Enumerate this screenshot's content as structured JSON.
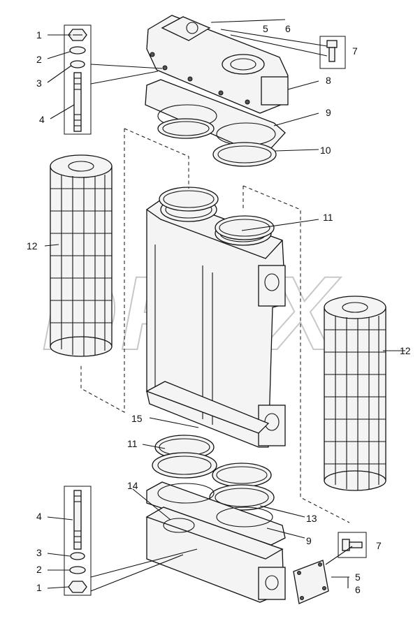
{
  "diagram": {
    "callouts": [
      {
        "id": "c1-top",
        "text": "1"
      },
      {
        "id": "c2-top",
        "text": "2"
      },
      {
        "id": "c3-top",
        "text": "3"
      },
      {
        "id": "c4-top",
        "text": "4"
      },
      {
        "id": "c5-top",
        "text": "5"
      },
      {
        "id": "c6-top",
        "text": "6"
      },
      {
        "id": "c7-top",
        "text": "7"
      },
      {
        "id": "c8",
        "text": "8"
      },
      {
        "id": "c9-top",
        "text": "9"
      },
      {
        "id": "c10",
        "text": "10"
      },
      {
        "id": "c11-top",
        "text": "11"
      },
      {
        "id": "c12-left",
        "text": "12"
      },
      {
        "id": "c12-right",
        "text": "12"
      },
      {
        "id": "c15",
        "text": "15"
      },
      {
        "id": "c11-bot",
        "text": "11"
      },
      {
        "id": "c14",
        "text": "14"
      },
      {
        "id": "c13",
        "text": "13"
      },
      {
        "id": "c4-bot",
        "text": "4"
      },
      {
        "id": "c3-bot",
        "text": "3"
      },
      {
        "id": "c2-bot",
        "text": "2"
      },
      {
        "id": "c1-bot",
        "text": "1"
      },
      {
        "id": "c9-bot",
        "text": "9"
      },
      {
        "id": "c7-bot",
        "text": "7"
      },
      {
        "id": "c5-bot",
        "text": "5"
      },
      {
        "id": "c6-bot",
        "text": "6"
      }
    ],
    "watermark": "DPEX"
  }
}
